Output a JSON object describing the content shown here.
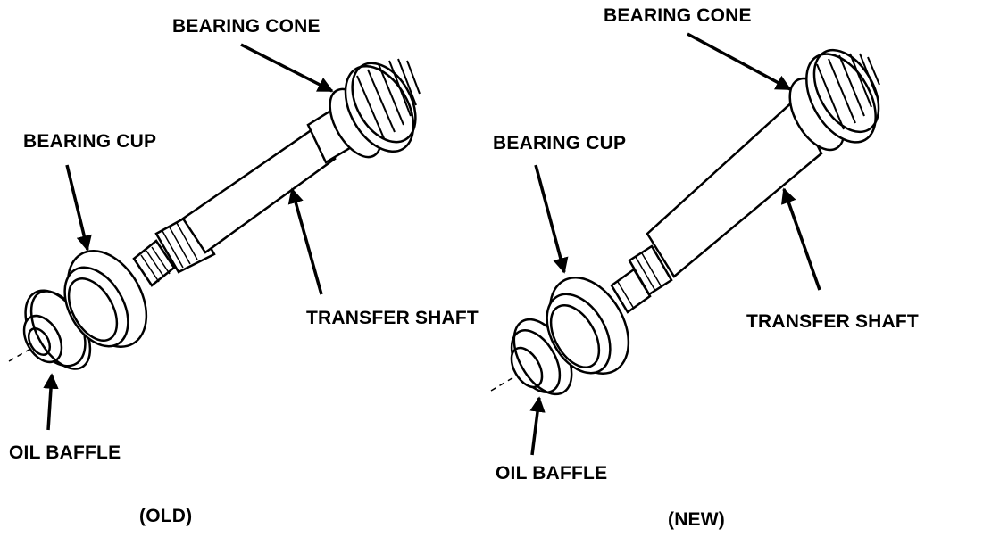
{
  "panels": [
    {
      "caption": "(OLD)",
      "labels": {
        "bearing_cone": "BEARING CONE",
        "bearing_cup": "BEARING CUP",
        "transfer_shaft": "TRANSFER SHAFT",
        "oil_baffle": "OIL BAFFLE"
      }
    },
    {
      "caption": "(NEW)",
      "labels": {
        "bearing_cone": "BEARING CONE",
        "bearing_cup": "BEARING CUP",
        "transfer_shaft": "TRANSFER SHAFT",
        "oil_baffle": "OIL BAFFLE"
      }
    }
  ],
  "colors": {
    "ink": "#000000",
    "paper": "#ffffff"
  }
}
